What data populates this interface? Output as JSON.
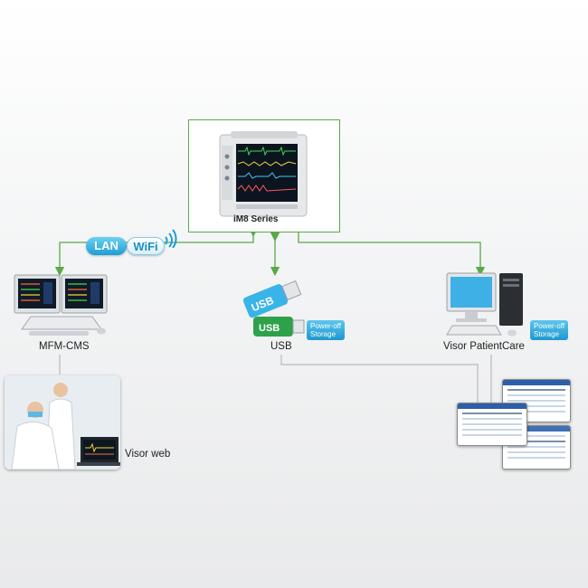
{
  "monitor": {
    "caption": "iM8 Series",
    "icon": "patient-monitor-icon"
  },
  "connectivity": {
    "lan_label": "LAN",
    "wifi_label": "WiFi",
    "wifi_signal_icon": "wifi-signal-icon"
  },
  "nodes": {
    "mfm_cms": {
      "label": "MFM-CMS",
      "icon": "dual-monitor-workstation-icon"
    },
    "usb": {
      "label": "USB",
      "badge": "Power-off\nStorage",
      "icon": "usb-drive-icon"
    },
    "visor_patientcare": {
      "label": "Visor PatientCare",
      "badge": "Power-off\nStorage",
      "icon": "desktop-computer-icon"
    },
    "visor_web": {
      "label": "Visor web",
      "icon": "doctors-laptop-photo"
    }
  },
  "colors": {
    "connector": "#5aa84a",
    "accent_blue": "#1e9dd4",
    "usb_green": "#2ea24a"
  }
}
